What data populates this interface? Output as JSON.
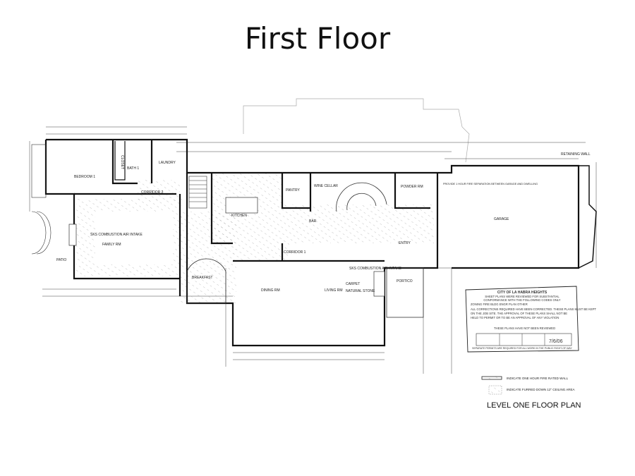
{
  "slide": {
    "title": "First Floor"
  },
  "plan": {
    "rooms": {
      "bedroom": "BEDROOM 1",
      "corridor2": "CORRIDOR 2",
      "laundry": "LAUNDRY",
      "bath": "BATH 1",
      "closet": "CLOSET",
      "family": "FAMILY RM",
      "combustion1": "SKS COMBUSTION AIR INTAKE",
      "patio": "PATIO",
      "breakfast": "BREAKFAST",
      "kitchen": "KITCHEN",
      "pantry": "PANTRY",
      "wine": "WINE CELLAR",
      "bar": "BAR",
      "powder": "POWDER RM",
      "entry": "ENTRY",
      "corridor1": "CORRIDOR 1",
      "dining": "DINING RM",
      "living": "LIVING RM",
      "combustion2": "SKS COMBUSTION AIR INTAKE",
      "carpet": "CARPET",
      "stone": "NATURAL STONE",
      "portico": "PORTICO",
      "garage": "GARAGE",
      "garage_note": "PROVIDE 1 HOUR FIRE SEPARATION BETWEEN GARAGE AND DWELLING",
      "retaining": "RETAINING WALL"
    },
    "stamp": {
      "heading": "CITY OF LA HABRA HEIGHTS",
      "line1": "SHEET PLANS WERE REVIEWED FOR SUBSTANTIAL",
      "line2": "CONFORMANCE WITH THE FOLLOWING CODES ONLY",
      "checks": "ZONING  FIRE  BLDG  ENGR  PLAN  OTHER",
      "line3": "ALL CORRECTIONS REQUIRED HAVE BEEN CORRECTED. THESE PLANS MUST BE KEPT",
      "line4": "ON THE JOB SITE. THE APPROVAL OF THESE PLANS SHALL NOT BE",
      "line5": "HELD TO PERMIT OR TO BE AN APPROVAL OF ANY VIOLATION",
      "line6": "THESE PLANS HAVE NOT BEEN REVIEWED",
      "date": "7/6/06",
      "footer": "SEPARATE PERMITS ARE REQUIRED FOR ALL WORK IN THE PUBLIC RIGHT-OF-WAY"
    },
    "legend": {
      "fire_wall": "INDICATE ONE HOUR FIRE RATED WALL",
      "furred": "INDICATE FURRED DOWN 12\" CEILING AREA"
    },
    "plan_title": "LEVEL ONE FLOOR PLAN"
  }
}
